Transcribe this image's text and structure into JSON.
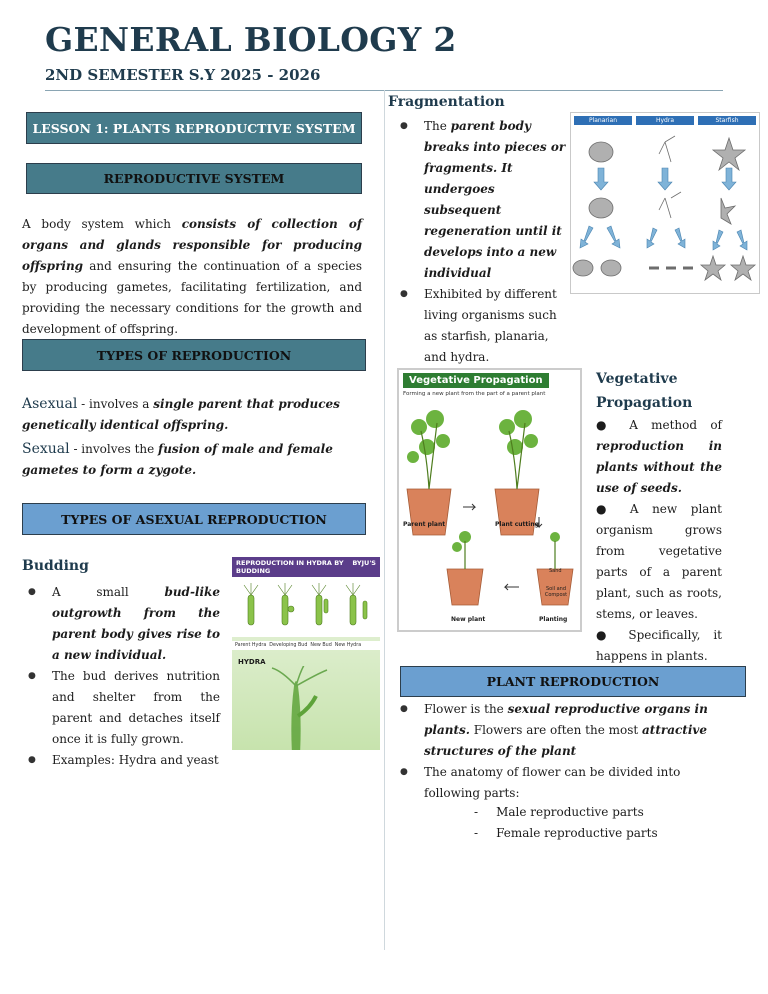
{
  "header": {
    "title": "GENERAL BIOLOGY 2",
    "subtitle": "2ND SEMESTER S.Y 2025 - 2026"
  },
  "left": {
    "lesson_banner": "LESSON 1: PLANTS REPRODUCTIVE SYSTEM",
    "repro_banner": "REPRODUCTIVE SYSTEM",
    "repro_def": {
      "pre": "A body system which ",
      "em": "consists of collection of organs and glands responsible for producing offspring",
      "post": " and ensuring the continuation of a species by producing gametes, facilitating fertilization, and providing the necessary conditions for the growth and development of offspring."
    },
    "types_banner": "TYPES OF REPRODUCTION",
    "asexual": {
      "term": "Asexual",
      "mid": " - involves a ",
      "em": "single parent that produces genetically identical offspring."
    },
    "sexual": {
      "term": "Sexual",
      "mid": " - involves the ",
      "em": "fusion of male and female gametes to form a zygote."
    },
    "asexual_banner": "TYPES OF ASEXUAL REPRODUCTION",
    "budding": {
      "heading": "Budding",
      "item1_pre": "A small ",
      "item1_em": "bud-like outgrowth from the parent body gives rise to a new individual.",
      "item2": "The bud derives nutrition and shelter from the parent and detaches itself once it is fully grown.",
      "item3": "Examples: Hydra and yeast"
    },
    "bud_figure": {
      "title": "REPRODUCTION IN HYDRA BY BUDDING",
      "brand": "BYJU'S",
      "legend": [
        "Parent Hydra",
        "Developing Bud",
        "New Bud",
        "New Hydra"
      ],
      "caption": "HYDRA"
    }
  },
  "right": {
    "fragmentation": {
      "heading": "Fragmentation",
      "item1_pre": "The ",
      "item1_em": "parent body breaks into pieces or fragments. It undergoes subsequent regeneration until it develops into a new individual",
      "item2": "Exhibited by different living organisms such as starfish, planaria, and hydra.",
      "figure_labels": [
        "Planarian",
        "Hydra",
        "Starfish"
      ]
    },
    "vegetative": {
      "heading": "Vegetative Propagation",
      "item1_pre": "A method of ",
      "item1_em": "reproduction in plants without the use of seeds.",
      "item2": "A new plant organism grows from vegetative parts of a parent plant, such as roots, stems, or leaves.",
      "item3": "Specifically, it happens in plants.",
      "figure": {
        "title": "Vegetative Propagation",
        "subtitle": "Forming a new plant from the part of a parent plant",
        "steps": [
          "Parent plant",
          "Plant cutting",
          "Planting",
          "New plant"
        ],
        "soil_labels": [
          "Sand",
          "Soil and Compost"
        ]
      }
    },
    "plant_banner": "PLANT REPRODUCTION",
    "flower": {
      "item1_pre": "Flower is the ",
      "item1_em1": "sexual reproductive organs in plants.",
      "item1_mid": " Flowers are often the most ",
      "item1_em2": "attractive structures of the plant",
      "item2": "The anatomy of flower can be divided into following parts:",
      "sub1": "Male reproductive parts",
      "sub2": "Female reproductive parts"
    }
  }
}
